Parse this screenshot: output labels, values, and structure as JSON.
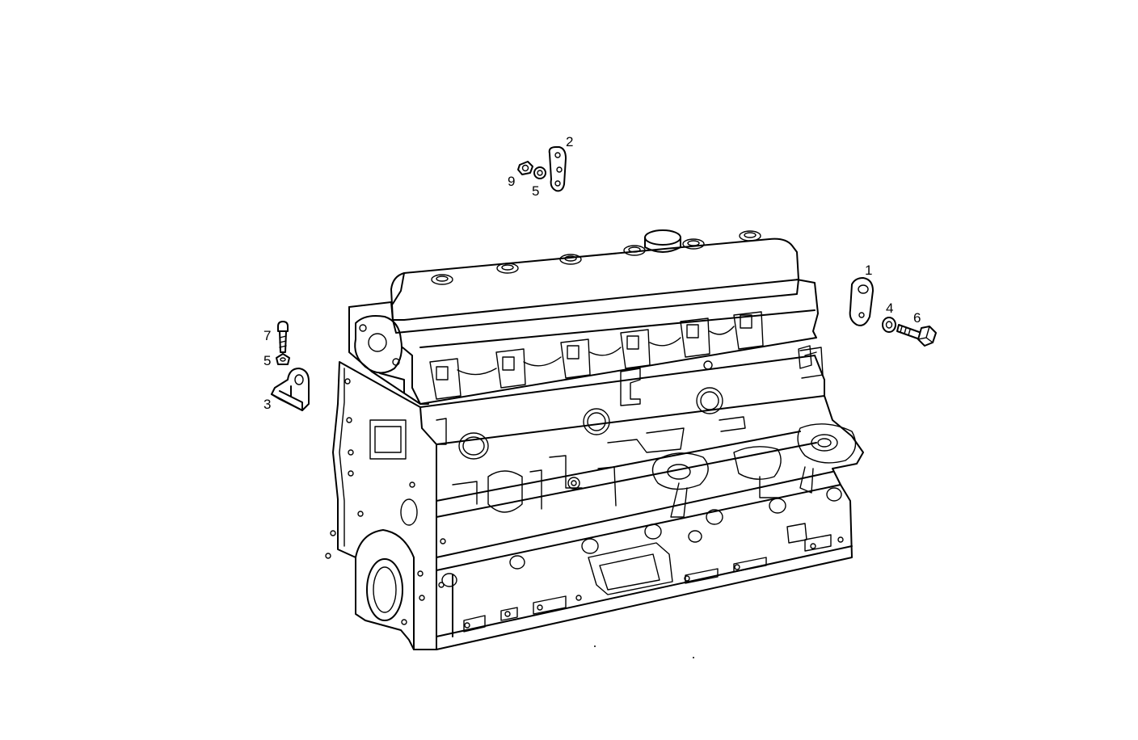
{
  "diagram": {
    "callouts": [
      {
        "id": "c2",
        "label": "2"
      },
      {
        "id": "c9",
        "label": "9"
      },
      {
        "id": "c5a",
        "label": "5"
      },
      {
        "id": "c1",
        "label": "1"
      },
      {
        "id": "c4",
        "label": "4"
      },
      {
        "id": "c6",
        "label": "6"
      },
      {
        "id": "c7",
        "label": "7"
      },
      {
        "id": "c5b",
        "label": "5"
      },
      {
        "id": "c3",
        "label": "3"
      }
    ]
  }
}
